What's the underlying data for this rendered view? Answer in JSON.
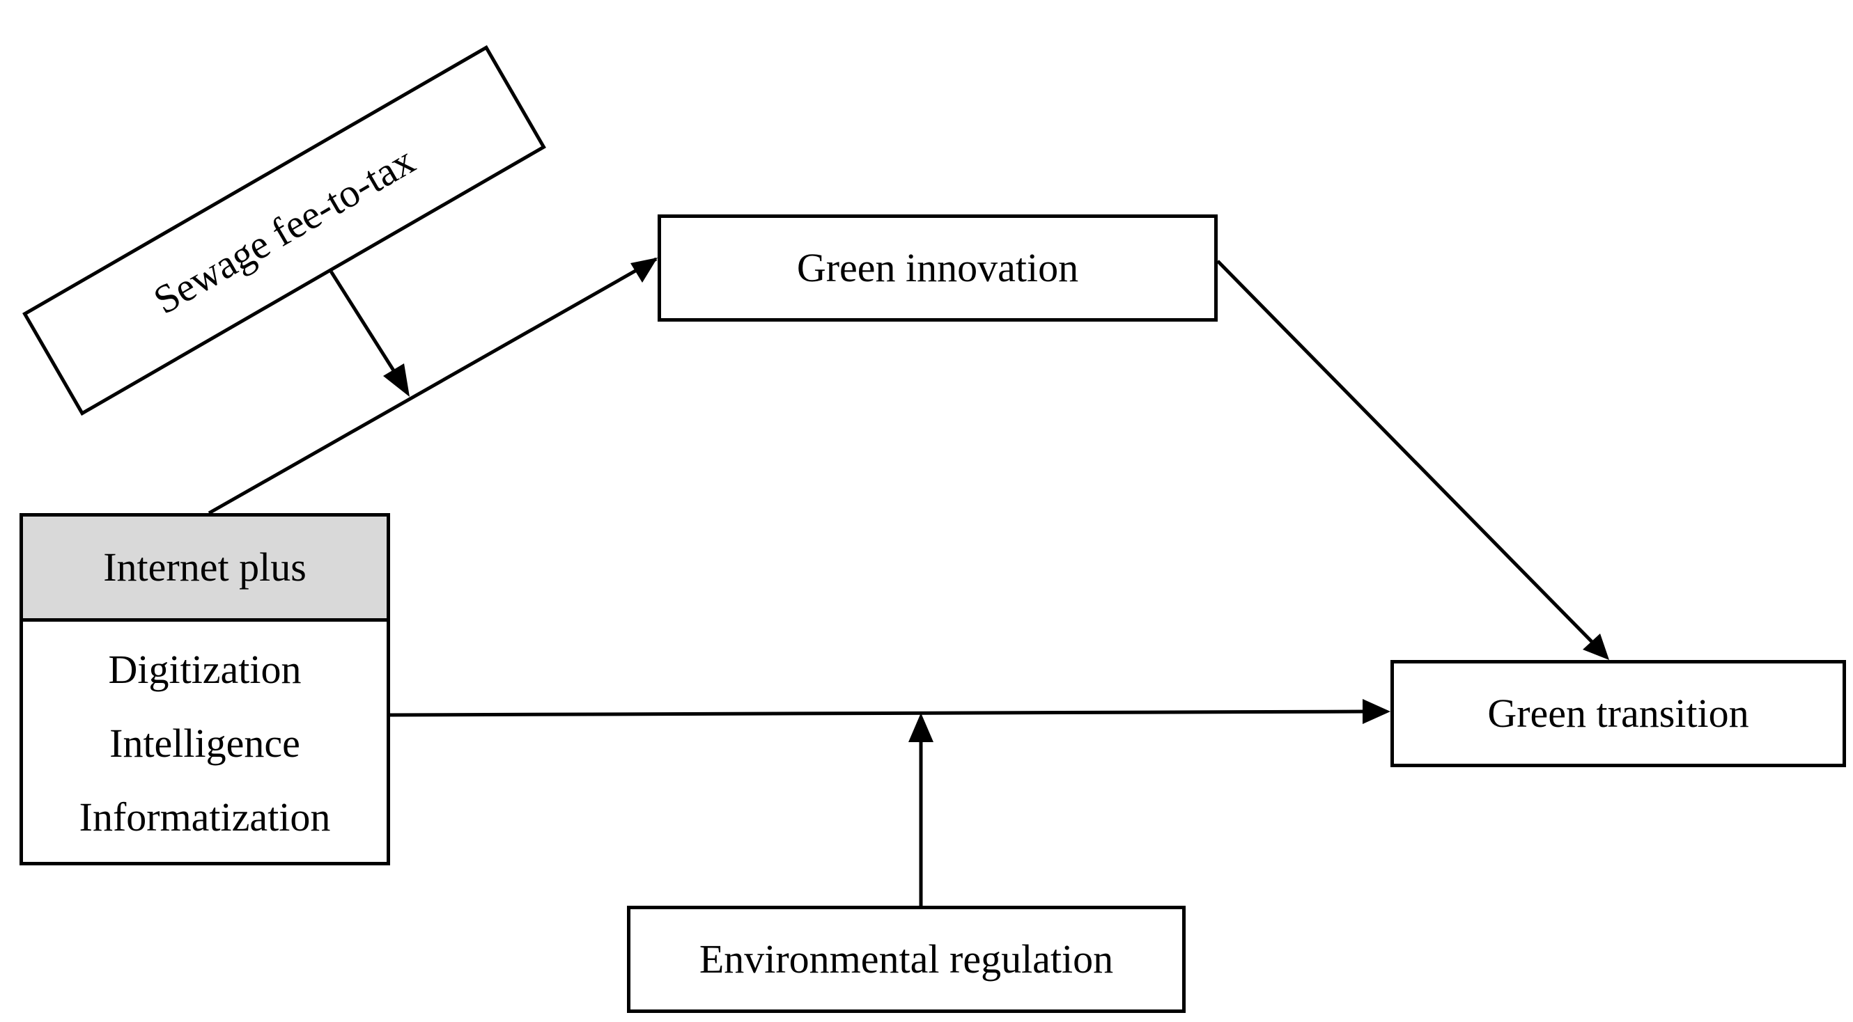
{
  "diagram": {
    "nodes": {
      "sewage": {
        "label": "Sewage fee-to-tax"
      },
      "green_innovation": {
        "label": "Green innovation"
      },
      "green_transition": {
        "label": "Green transition"
      },
      "environmental_regulation": {
        "label": "Environmental regulation"
      },
      "internet_plus": {
        "title": "Internet plus",
        "items": [
          "Digitization",
          "Intelligence",
          "Informatization"
        ]
      }
    },
    "edges": [
      {
        "from": "internet_plus",
        "to": "green_innovation",
        "type": "direct"
      },
      {
        "from": "green_innovation",
        "to": "green_transition",
        "type": "direct"
      },
      {
        "from": "internet_plus",
        "to": "green_transition",
        "type": "direct"
      },
      {
        "from": "sewage",
        "to": "internet_plus→green_innovation",
        "type": "moderator"
      },
      {
        "from": "environmental_regulation",
        "to": "internet_plus→green_transition",
        "type": "moderator"
      }
    ]
  }
}
